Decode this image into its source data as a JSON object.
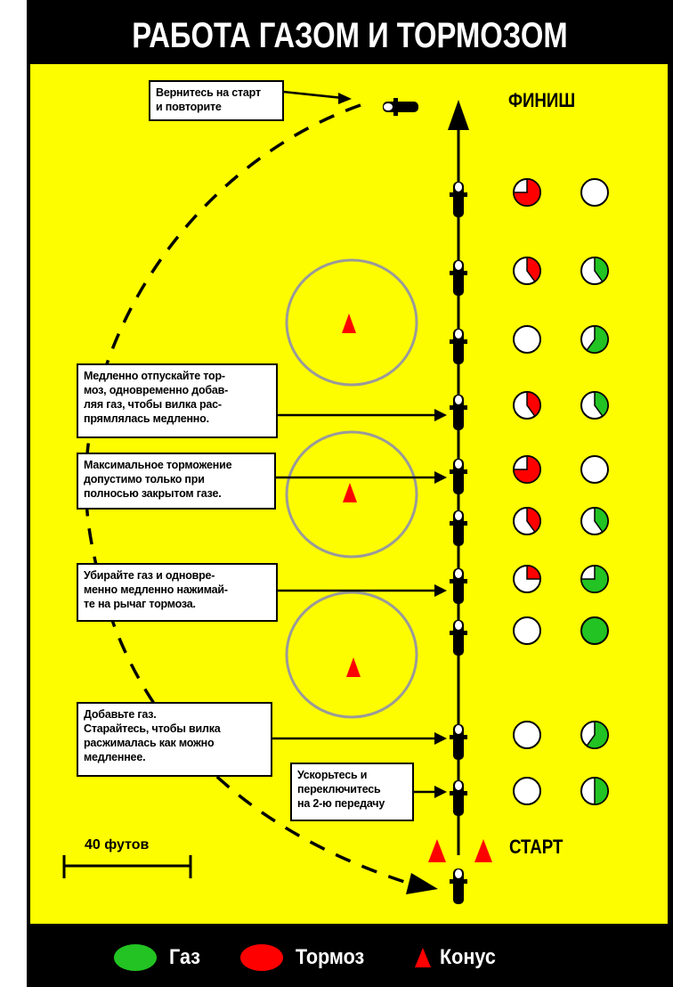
{
  "title": "РАБОТА ГАЗОМ И ТОРМОЗОМ",
  "finish_label": "ФИНИШ",
  "start_label": "СТАРТ",
  "scale_label": "40 футов",
  "colors": {
    "gas": "#22c322",
    "brake": "#ff0000",
    "cone": "#ff0000",
    "background": "#fdfd00"
  },
  "notes": {
    "return": "Вернитесь на старт\nи повторите",
    "release": "Медленно отпускайте тор-\nмоз, одновременно добав-\nляя газ, чтобы вилка рас-\nпрямлялась медленно.",
    "max_brake": "Максимальное торможение\nдопустимо только при\nполносью закрытом газе.",
    "close_gas": "Убирайте газ и одновре-\nменно медленно нажимай-\nте на рычаг тормоза.",
    "add_gas": "Добавьте газ.\nСтарайтесь, чтобы вилка\nрасжималась как можно\nмедленнее.",
    "accelerate": "Ускорьтесь и\nпереключитесь\nна 2-ю передачу"
  },
  "stations": [
    {
      "brake": 0.75,
      "gas": 0
    },
    {
      "brake": 0.4,
      "gas": 0.4
    },
    {
      "brake": 0,
      "gas": 0.6
    },
    {
      "brake": 0.4,
      "gas": 0.4
    },
    {
      "brake": 0.75,
      "gas": 0
    },
    {
      "brake": 0.4,
      "gas": 0.4
    },
    {
      "brake": 0.25,
      "gas": 0.75
    },
    {
      "brake": 0,
      "gas": 1
    },
    {
      "brake": 0,
      "gas": 0.6
    },
    {
      "brake": 0,
      "gas": 0.5
    }
  ],
  "legend": {
    "gas": "Газ",
    "brake": "Тормоз",
    "cone": "Конус"
  }
}
